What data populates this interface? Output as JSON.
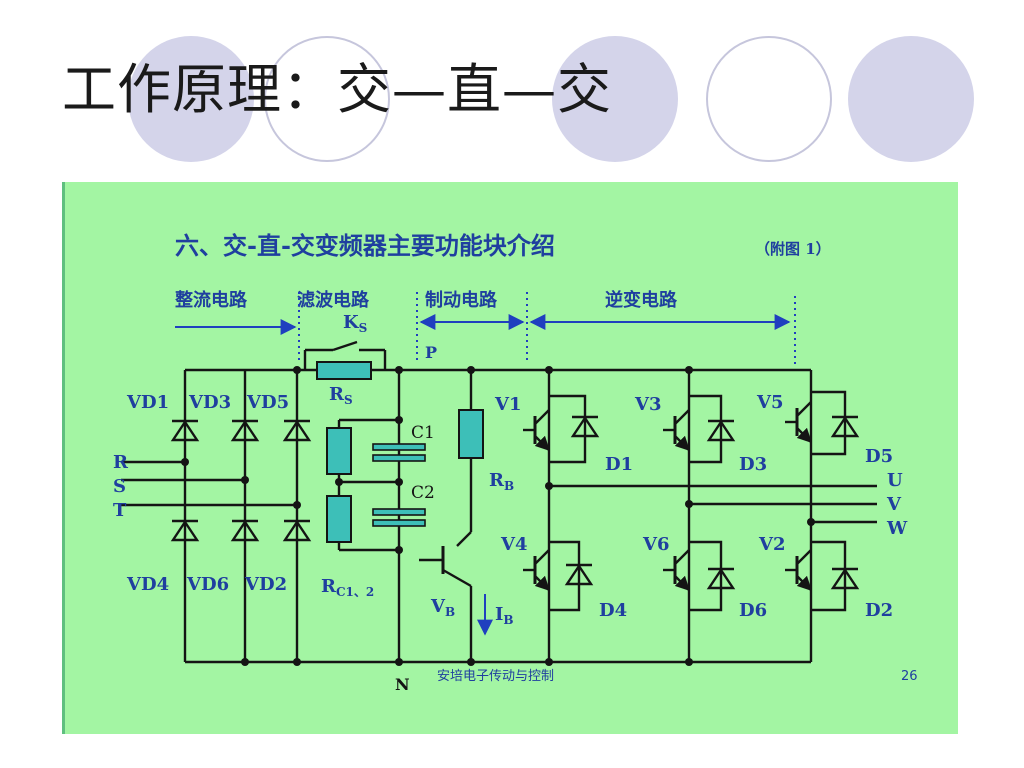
{
  "slide": {
    "title": "工作原理：交—直—交"
  },
  "figure": {
    "heading": "六、交-直-交变频器主要功能块介绍",
    "figure_ref": "（附图 1）",
    "sections": {
      "rectifier": "整流电路",
      "filter": "滤波电路",
      "brake": "制动电路",
      "inverter": "逆变电路"
    },
    "labels": {
      "ks": "K",
      "ks_sub": "S",
      "rs": "R",
      "rs_sub": "S",
      "p": "P",
      "n": "N",
      "c1": "C1",
      "c2": "C2",
      "rc": "R",
      "rc_sub": "C1、2",
      "rb": "R",
      "rb_sub": "B",
      "vb": "V",
      "vb_sub": "B",
      "ib": "I",
      "ib_sub": "B",
      "vd1": "VD1",
      "vd3": "VD3",
      "vd5": "VD5",
      "vd4": "VD4",
      "vd6": "VD6",
      "vd2": "VD2",
      "in_r": "R",
      "in_s": "S",
      "in_t": "T",
      "v1": "V1",
      "v3": "V3",
      "v5": "V5",
      "v4": "V4",
      "v6": "V6",
      "v2": "V2",
      "d1": "D1",
      "d3": "D3",
      "d5": "D5",
      "d4": "D4",
      "d6": "D6",
      "d2": "D2",
      "out_u": "U",
      "out_v": "V",
      "out_w": "W"
    },
    "footer_text": "安培电子传动与控制",
    "page_number": "26"
  },
  "colors": {
    "panel": "#a3f5a3",
    "label_blue": "#1f3f9f",
    "component_teal": "#3dbfb8",
    "deco_circle": "#d4d4ea"
  }
}
